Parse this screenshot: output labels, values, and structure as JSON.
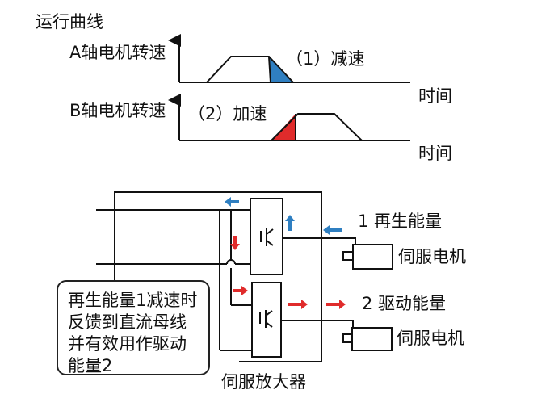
{
  "title": "运行曲线",
  "graph_a": {
    "ylabel": "A轴电机转速",
    "xlabel": "时间",
    "annotation": "（1）减速"
  },
  "graph_b": {
    "ylabel": "B轴电机转速",
    "xlabel": "时间",
    "annotation": "（2）加速"
  },
  "circuit": {
    "regen_label": "1 再生能量",
    "drive_label": "2 驱动能量",
    "motor1_label": "伺服电机",
    "motor2_label": "伺服电机",
    "amplifier_label": "伺服放大器",
    "note_lines": [
      "再生能量1减速时",
      "反馈到直流母线",
      "并有效用作驱动",
      "能量2"
    ]
  },
  "colors": {
    "decel_blue": "#2f7fc1",
    "accel_red": "#e02b2b",
    "line": "#111111"
  }
}
